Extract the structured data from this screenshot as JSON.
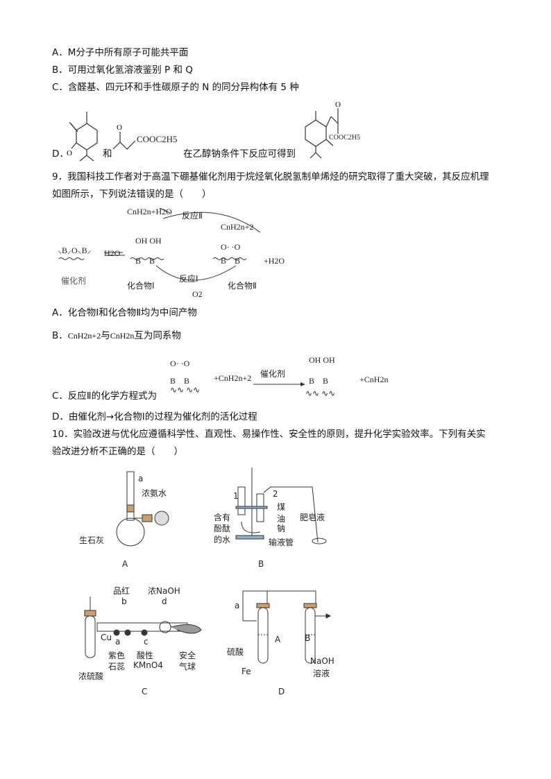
{
  "q8_options": {
    "A": "A．M分子中所有原子可能共平面",
    "B": "B．可用过氧化氢溶液鉴别 P 和 Q",
    "C": "C．含醛基、四元环和手性碳原子的 N 的同分异构体有 5 种",
    "D_prefix": "D．",
    "D_and": "和",
    "D_mid": "在乙醇钠条件下反应可得到",
    "D_reagent": "COOC2H5",
    "D_product_group": "COOC2H5"
  },
  "q9": {
    "stem_line1": "9．我国科技工作者对于高温下硼基催化剂用于烷烃氧化脱氢制单烯烃的研究取得了重大突破，其反应机理",
    "stem_line2": "如图所示，下列说法错误的是（　　）",
    "diagram": {
      "catalyst": "催化剂",
      "compound1": "化合物Ⅰ",
      "compound2": "化合物Ⅱ",
      "reaction1": "反应Ⅰ",
      "reaction2": "反应Ⅱ",
      "water": "H2O",
      "o2": "O2",
      "alkane": "CnH2n+2",
      "products": "CnH2n+H2O",
      "plus_water": "+H2O"
    },
    "options": {
      "A": "A．化合物Ⅰ和化合物Ⅱ均为中间产物",
      "B_prefix": "B．",
      "B_f1": "CnH2n+2",
      "B_mid": "与",
      "B_f2": "CnH2n",
      "B_suffix": "互为同系物",
      "C": "C．反应Ⅱ的化学方程式为",
      "C_reactant": "+CnH2n+2",
      "C_catalyst": "催化剂",
      "C_product": "+CnH2n",
      "D": "D．由催化剂→化合物Ⅰ的过程为催化剂的活化过程"
    }
  },
  "q10": {
    "stem_line1": "10．实验改进与优化应遵循科学性、直观性、易操作性、安全性的原则，提升化学实验效率。下列有关实",
    "stem_line2": "验改进分析不正确的是（　　）",
    "figA": {
      "caption": "A",
      "a": "a",
      "ammonia": "浓氨水",
      "lime": "生石灰"
    },
    "figB": {
      "caption": "B",
      "n1": "1",
      "n2": "2",
      "kerosene": "煤油",
      "sodium": "钠",
      "water1": "含有",
      "water2": "酚酞",
      "water3": "的水",
      "soap": "肥皂液",
      "tube": "输液管"
    },
    "figC": {
      "caption": "C",
      "pinhong": "品红",
      "b": "b",
      "naoh": "浓NaOH",
      "d": "d",
      "cu": "Cu",
      "a": "a",
      "litmus1": "紫色",
      "litmus2": "石蕊",
      "c": "c",
      "kmno1": "酸性",
      "kmno2": "KMnO4",
      "balloon1": "安全",
      "balloon2": "气球",
      "acid": "浓硫酸"
    },
    "figD": {
      "caption": "D",
      "a": "a",
      "A": "A",
      "B": "B",
      "acid": "硫酸",
      "fe": "Fe",
      "naoh1": "NaOH",
      "naoh2": "溶液"
    }
  }
}
